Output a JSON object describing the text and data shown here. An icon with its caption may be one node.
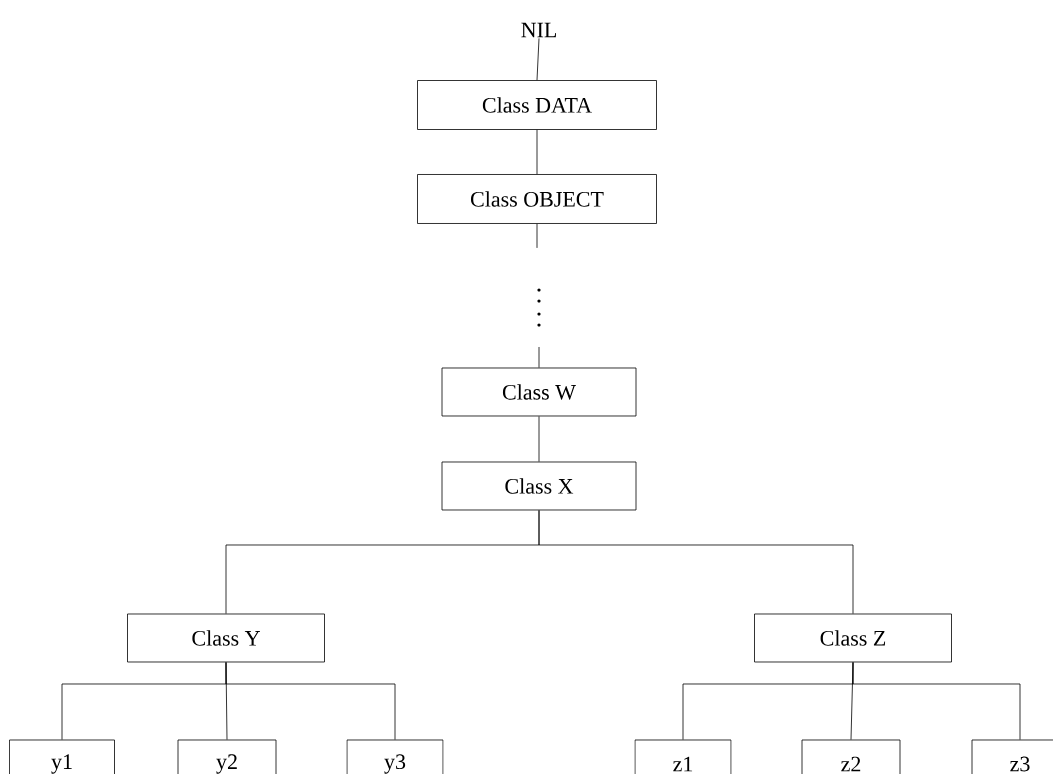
{
  "diagram": {
    "nodes": [
      {
        "text": [
          "NIL"
        ]
      },
      {
        "text": [
          "Class DATA"
        ]
      },
      {
        "text": [
          "Class OBJECT"
        ]
      },
      {
        "text": [
          "Class W"
        ]
      },
      {
        "text": [
          "Class X"
        ]
      },
      {
        "text": [
          "Class Y"
        ]
      },
      {
        "text": [
          "Class Z"
        ]
      },
      {
        "text": [
          "y1"
        ]
      },
      {
        "text": [
          "y2"
        ]
      },
      {
        "text": [
          "y3"
        ]
      },
      {
        "text": [
          "z1"
        ]
      },
      {
        "text": [
          "z2"
        ]
      },
      {
        "text": [
          "z3"
        ]
      }
    ],
    "edges": [
      {
        "from": 0,
        "to": 1,
        "arrow": "none"
      },
      {
        "from": 1,
        "to": 2,
        "arrow": "none"
      },
      {
        "from": 2,
        "to": null,
        "arrow": "none"
      },
      {
        "from": null,
        "to": 3,
        "arrow": "none"
      },
      {
        "from": 3,
        "to": 4,
        "arrow": "none"
      },
      {
        "from": 4,
        "to": 5,
        "arrow": "none"
      },
      {
        "from": 4,
        "to": 6,
        "arrow": "none"
      },
      {
        "from": 5,
        "to": 7,
        "arrow": "none"
      },
      {
        "from": 5,
        "to": 8,
        "arrow": "none"
      },
      {
        "from": 5,
        "to": 9,
        "arrow": "none"
      },
      {
        "from": 6,
        "to": 10,
        "arrow": "none"
      },
      {
        "from": 6,
        "to": 11,
        "arrow": "none"
      },
      {
        "from": 6,
        "to": 12,
        "arrow": "none"
      }
    ]
  }
}
